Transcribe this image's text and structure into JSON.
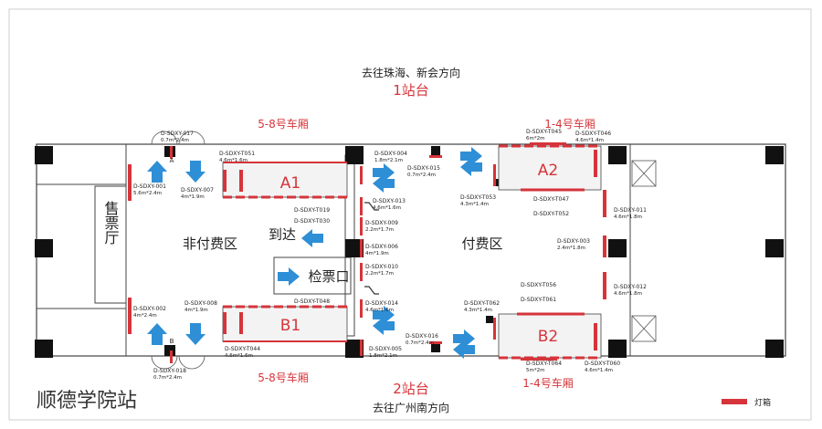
{
  "platform1": {
    "direction": "去往珠海、新会方向",
    "name": "1站台"
  },
  "platform2": {
    "direction": "去往广州南方向",
    "name": "2站台"
  },
  "station_name": "顺德学院站",
  "areas": {
    "ticket_hall": "售票厅",
    "unpaid": "非付费区",
    "paid": "付费区",
    "arrive": "到达",
    "gate": "检票口"
  },
  "stairs": {
    "a1": "A1",
    "a2": "A2",
    "b1": "B1",
    "b2": "B2"
  },
  "exits": {
    "a": "A",
    "b": "B"
  },
  "car_labels": {
    "top_left": "5-8号车厢",
    "top_right": "1-4号车厢",
    "bottom_left": "5-8号车厢",
    "bottom_right": "1-4号车厢"
  },
  "legend": {
    "label": "灯箱",
    "color": "#d6343a"
  },
  "ads": {
    "t017": {
      "code": "D-SDXY-017",
      "size": "0.7m*2.4m"
    },
    "t001": {
      "code": "D-SDXY-001",
      "size": "5.6m*2.4m"
    },
    "t007": {
      "code": "D-SDXY-007",
      "size": "4m*1.9m"
    },
    "t051": {
      "code": "D-SDXY-T051",
      "size": "4.6m*1.6m"
    },
    "t004": {
      "code": "D-SDXY-004",
      "size": "1.8m*2.1m"
    },
    "t013": {
      "code": "D-SDXY-013",
      "size": "4.6m*1.6m"
    },
    "t019": {
      "code": "D-SDXY-T019"
    },
    "t030": {
      "code": "D-SDXY-T030"
    },
    "t009": {
      "code": "D-SDXY-009",
      "size": "2.2m*1.7m"
    },
    "t006": {
      "code": "D-SDXY-006",
      "size": "4m*1.9m"
    },
    "t010": {
      "code": "D-SDXY-010",
      "size": "2.2m*1.7m"
    },
    "t048": {
      "code": "D-SDXY-T048"
    },
    "t014": {
      "code": "D-SDXY-014",
      "size": "4.6m*1.6m"
    },
    "t008": {
      "code": "D-SDXY-008",
      "size": "4m*1.9m"
    },
    "t002": {
      "code": "D-SDXY-002",
      "size": "4m*2.4m"
    },
    "t044": {
      "code": "D-SDXY-T044",
      "size": "4.6m*1.6m"
    },
    "t005": {
      "code": "D-SDXY-005",
      "size": "1.8m*2.1m"
    },
    "t018": {
      "code": "D-SDXY-018",
      "size": "0.7m*2.4m"
    },
    "t016": {
      "code": "D-SDXY-016",
      "size": "0.7m*2.4m"
    },
    "t015": {
      "code": "D-SDXY-015",
      "size": "0.7m*2.4m"
    },
    "t045": {
      "code": "D-SDXY-T045",
      "size": "6m*2m"
    },
    "t046": {
      "code": "D-SDXY-T046",
      "size": "4.6m*1.4m"
    },
    "t053": {
      "code": "D-SDXY-T053",
      "size": "4.3m*1.4m"
    },
    "t047": {
      "code": "D-SDXY-T047"
    },
    "t052": {
      "code": "D-SDXY-T052"
    },
    "t011": {
      "code": "D-SDXY-011",
      "size": "4.6m*1.8m"
    },
    "t003": {
      "code": "D-SDXY-003",
      "size": "2.4m*1.8m"
    },
    "t012": {
      "code": "D-SDXY-012",
      "size": "4.6m*1.8m"
    },
    "t056": {
      "code": "D-SDXY-T056"
    },
    "t061": {
      "code": "D-SDXY-T061"
    },
    "t062": {
      "code": "D-SDXY-T062",
      "size": "4.3m*1.4m"
    },
    "t064": {
      "code": "D-SDXY-T064",
      "size": "5m*2m"
    },
    "t060": {
      "code": "D-SDXY-T060",
      "size": "4.6m*1.4m"
    }
  }
}
